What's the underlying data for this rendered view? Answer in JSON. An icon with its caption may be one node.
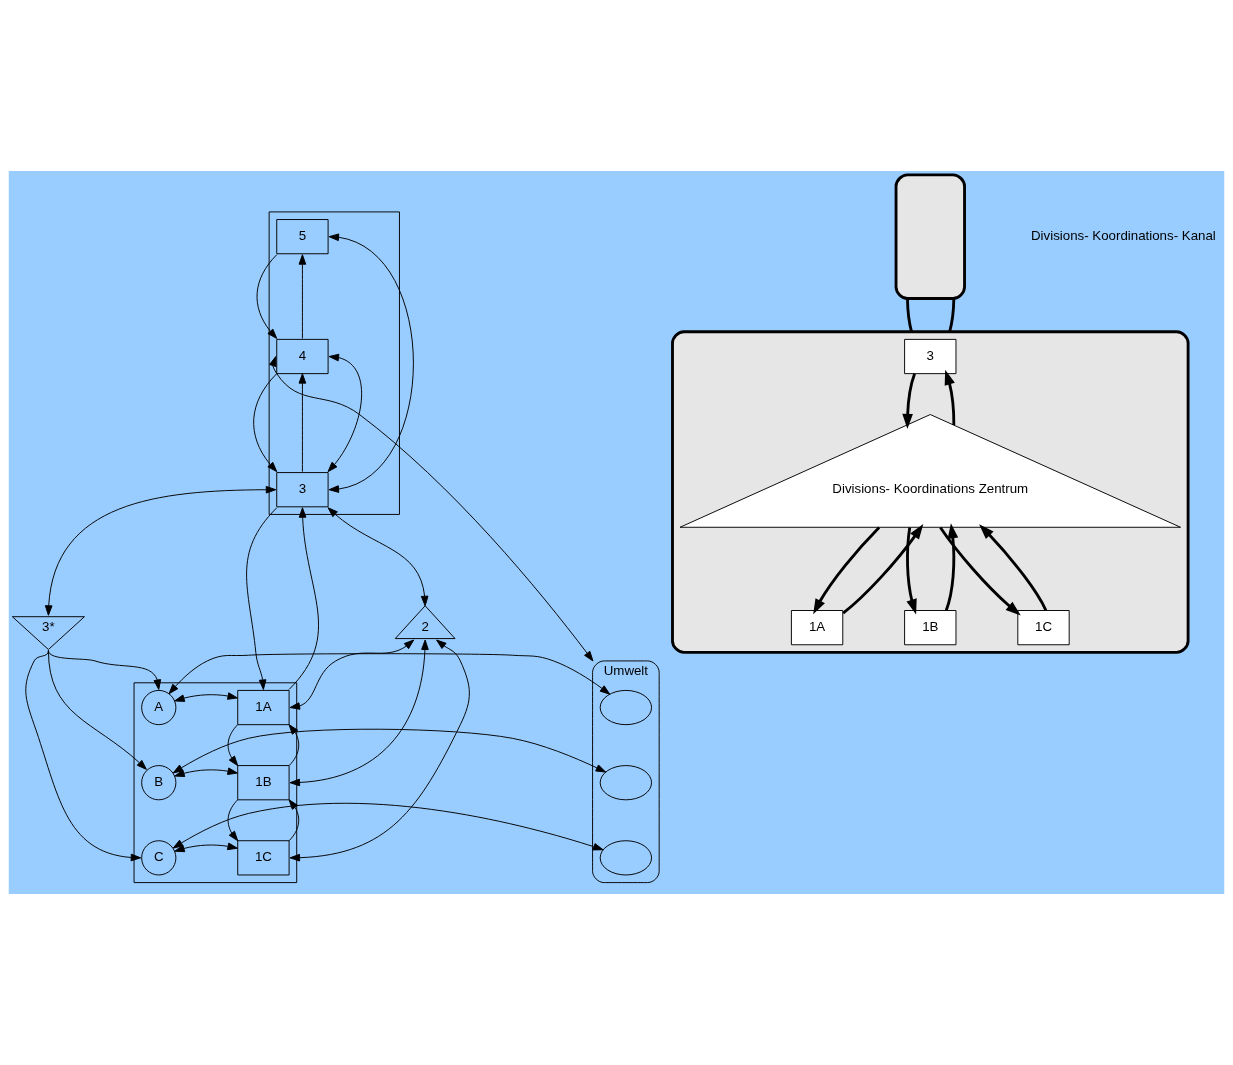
{
  "diagram": {
    "nodes": [
      {
        "text": [
          "Umwelt"
        ]
      },
      {
        "text": [],
        "shape": "cloud",
        "in": 0
      },
      {
        "text": [],
        "shape": "cloud",
        "in": 0
      },
      {
        "text": [],
        "shape": "cloud",
        "in": 0
      },
      {
        "text": [],
        "shape": "box"
      },
      {
        "text": [
          "5"
        ],
        "in": 4
      },
      {
        "text": [
          "4"
        ],
        "in": 4
      },
      {
        "text": [
          "3"
        ],
        "in": 4
      },
      {
        "text": [
          "3*"
        ]
      },
      {
        "text": [],
        "shape": "box"
      },
      {
        "text": [
          "A"
        ],
        "in": 9
      },
      {
        "text": [
          "1A"
        ],
        "in": 9
      },
      {
        "text": [
          "B"
        ],
        "in": 9
      },
      {
        "text": [
          "1B"
        ],
        "in": 9
      },
      {
        "text": [
          "C"
        ],
        "in": 9
      },
      {
        "text": [
          "1C"
        ],
        "in": 9
      },
      {
        "text": [
          "2"
        ]
      },
      {
        "text": [],
        "shape": "box"
      },
      {
        "text": [],
        "shape": "box"
      },
      {
        "text": [
          "3"
        ],
        "in": 18
      },
      {
        "text": [
          "Divisions- Koordinations Zentrum"
        ],
        "in": 18
      },
      {
        "text": [
          "1A"
        ],
        "in": 18
      },
      {
        "text": [
          "1B"
        ],
        "in": 18
      },
      {
        "text": [
          "1C"
        ],
        "in": 18
      }
    ],
    "edges": [
      {
        "from": 5,
        "to": 6,
        "arrow": "to"
      },
      {
        "from": 6,
        "to": 5,
        "arrow": "to"
      },
      {
        "from": 6,
        "to": 7,
        "arrow": "to"
      },
      {
        "from": 7,
        "to": 6,
        "arrow": "to"
      },
      {
        "from": 5,
        "to": 7,
        "arrow": "both"
      },
      {
        "from": 6,
        "to": 7,
        "arrow": "both"
      },
      {
        "from": 6,
        "to": 0,
        "arrow": "both"
      },
      {
        "from": 7,
        "to": 8,
        "arrow": "both"
      },
      {
        "from": 8,
        "to": 10,
        "arrow": "to"
      },
      {
        "from": 8,
        "to": 12,
        "arrow": "to"
      },
      {
        "from": 8,
        "to": 14,
        "arrow": "to"
      },
      {
        "from": 10,
        "to": 1,
        "arrow": "both"
      },
      {
        "from": 12,
        "to": 2,
        "arrow": "both"
      },
      {
        "from": 14,
        "to": 3,
        "arrow": "both"
      },
      {
        "from": 10,
        "to": 11,
        "arrow": "both"
      },
      {
        "from": 12,
        "to": 13,
        "arrow": "both"
      },
      {
        "from": 14,
        "to": 15,
        "arrow": "both"
      },
      {
        "from": 7,
        "to": 11,
        "arrow": "to"
      },
      {
        "from": 11,
        "to": 7,
        "arrow": "to"
      },
      {
        "from": 11,
        "to": 13,
        "arrow": "to"
      },
      {
        "from": 13,
        "to": 11,
        "arrow": "to"
      },
      {
        "from": 13,
        "to": 15,
        "arrow": "to"
      },
      {
        "from": 15,
        "to": 13,
        "arrow": "to"
      },
      {
        "from": 7,
        "to": 16,
        "arrow": "both"
      },
      {
        "from": 16,
        "to": 11,
        "arrow": "both"
      },
      {
        "from": 16,
        "to": 13,
        "arrow": "both"
      },
      {
        "from": 16,
        "to": 15,
        "arrow": "both"
      },
      {
        "from": 17,
        "to": 18,
        "arrow": "none",
        "style": "thick"
      },
      {
        "from": 17,
        "to": 18,
        "arrow": "none",
        "style": "thick"
      },
      {
        "from": 19,
        "to": 20,
        "arrow": "to",
        "style": "thick"
      },
      {
        "from": 20,
        "to": 19,
        "arrow": "to",
        "style": "thick"
      },
      {
        "from": 20,
        "to": 21,
        "arrow": "to",
        "style": "thick"
      },
      {
        "from": 20,
        "to": 22,
        "arrow": "to",
        "style": "thick"
      },
      {
        "from": 20,
        "to": 23,
        "arrow": "to",
        "style": "thick"
      },
      {
        "from": 21,
        "to": 20,
        "arrow": "to",
        "style": "thick"
      },
      {
        "from": 22,
        "to": 20,
        "arrow": "to",
        "style": "thick"
      },
      {
        "from": 23,
        "to": 20,
        "arrow": "to",
        "style": "thick"
      }
    ],
    "labels": [
      "Divisions- Koordinations- Kanal"
    ]
  }
}
